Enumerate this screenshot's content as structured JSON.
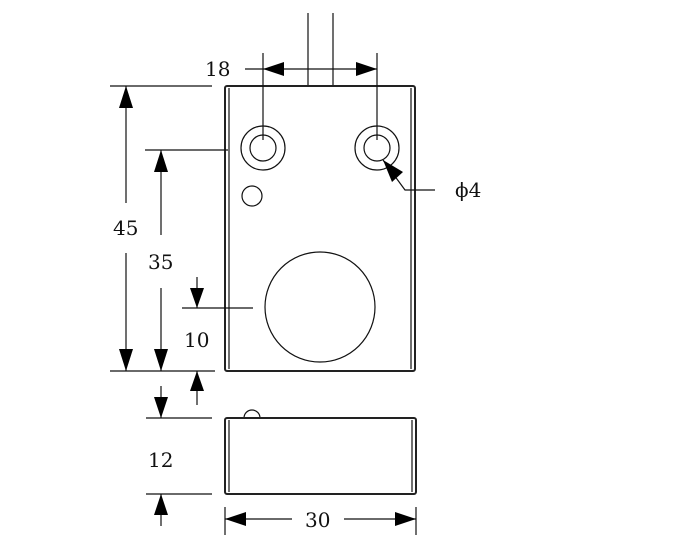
{
  "drawing": {
    "dimensions": {
      "hole_spacing": "18",
      "total_height": "45",
      "hole_height": "35",
      "center_height": "10",
      "thickness": "12",
      "width": "30",
      "hole_diameter": "ϕ4"
    },
    "colors": {
      "line": "#111111",
      "background": "#ffffff"
    }
  }
}
